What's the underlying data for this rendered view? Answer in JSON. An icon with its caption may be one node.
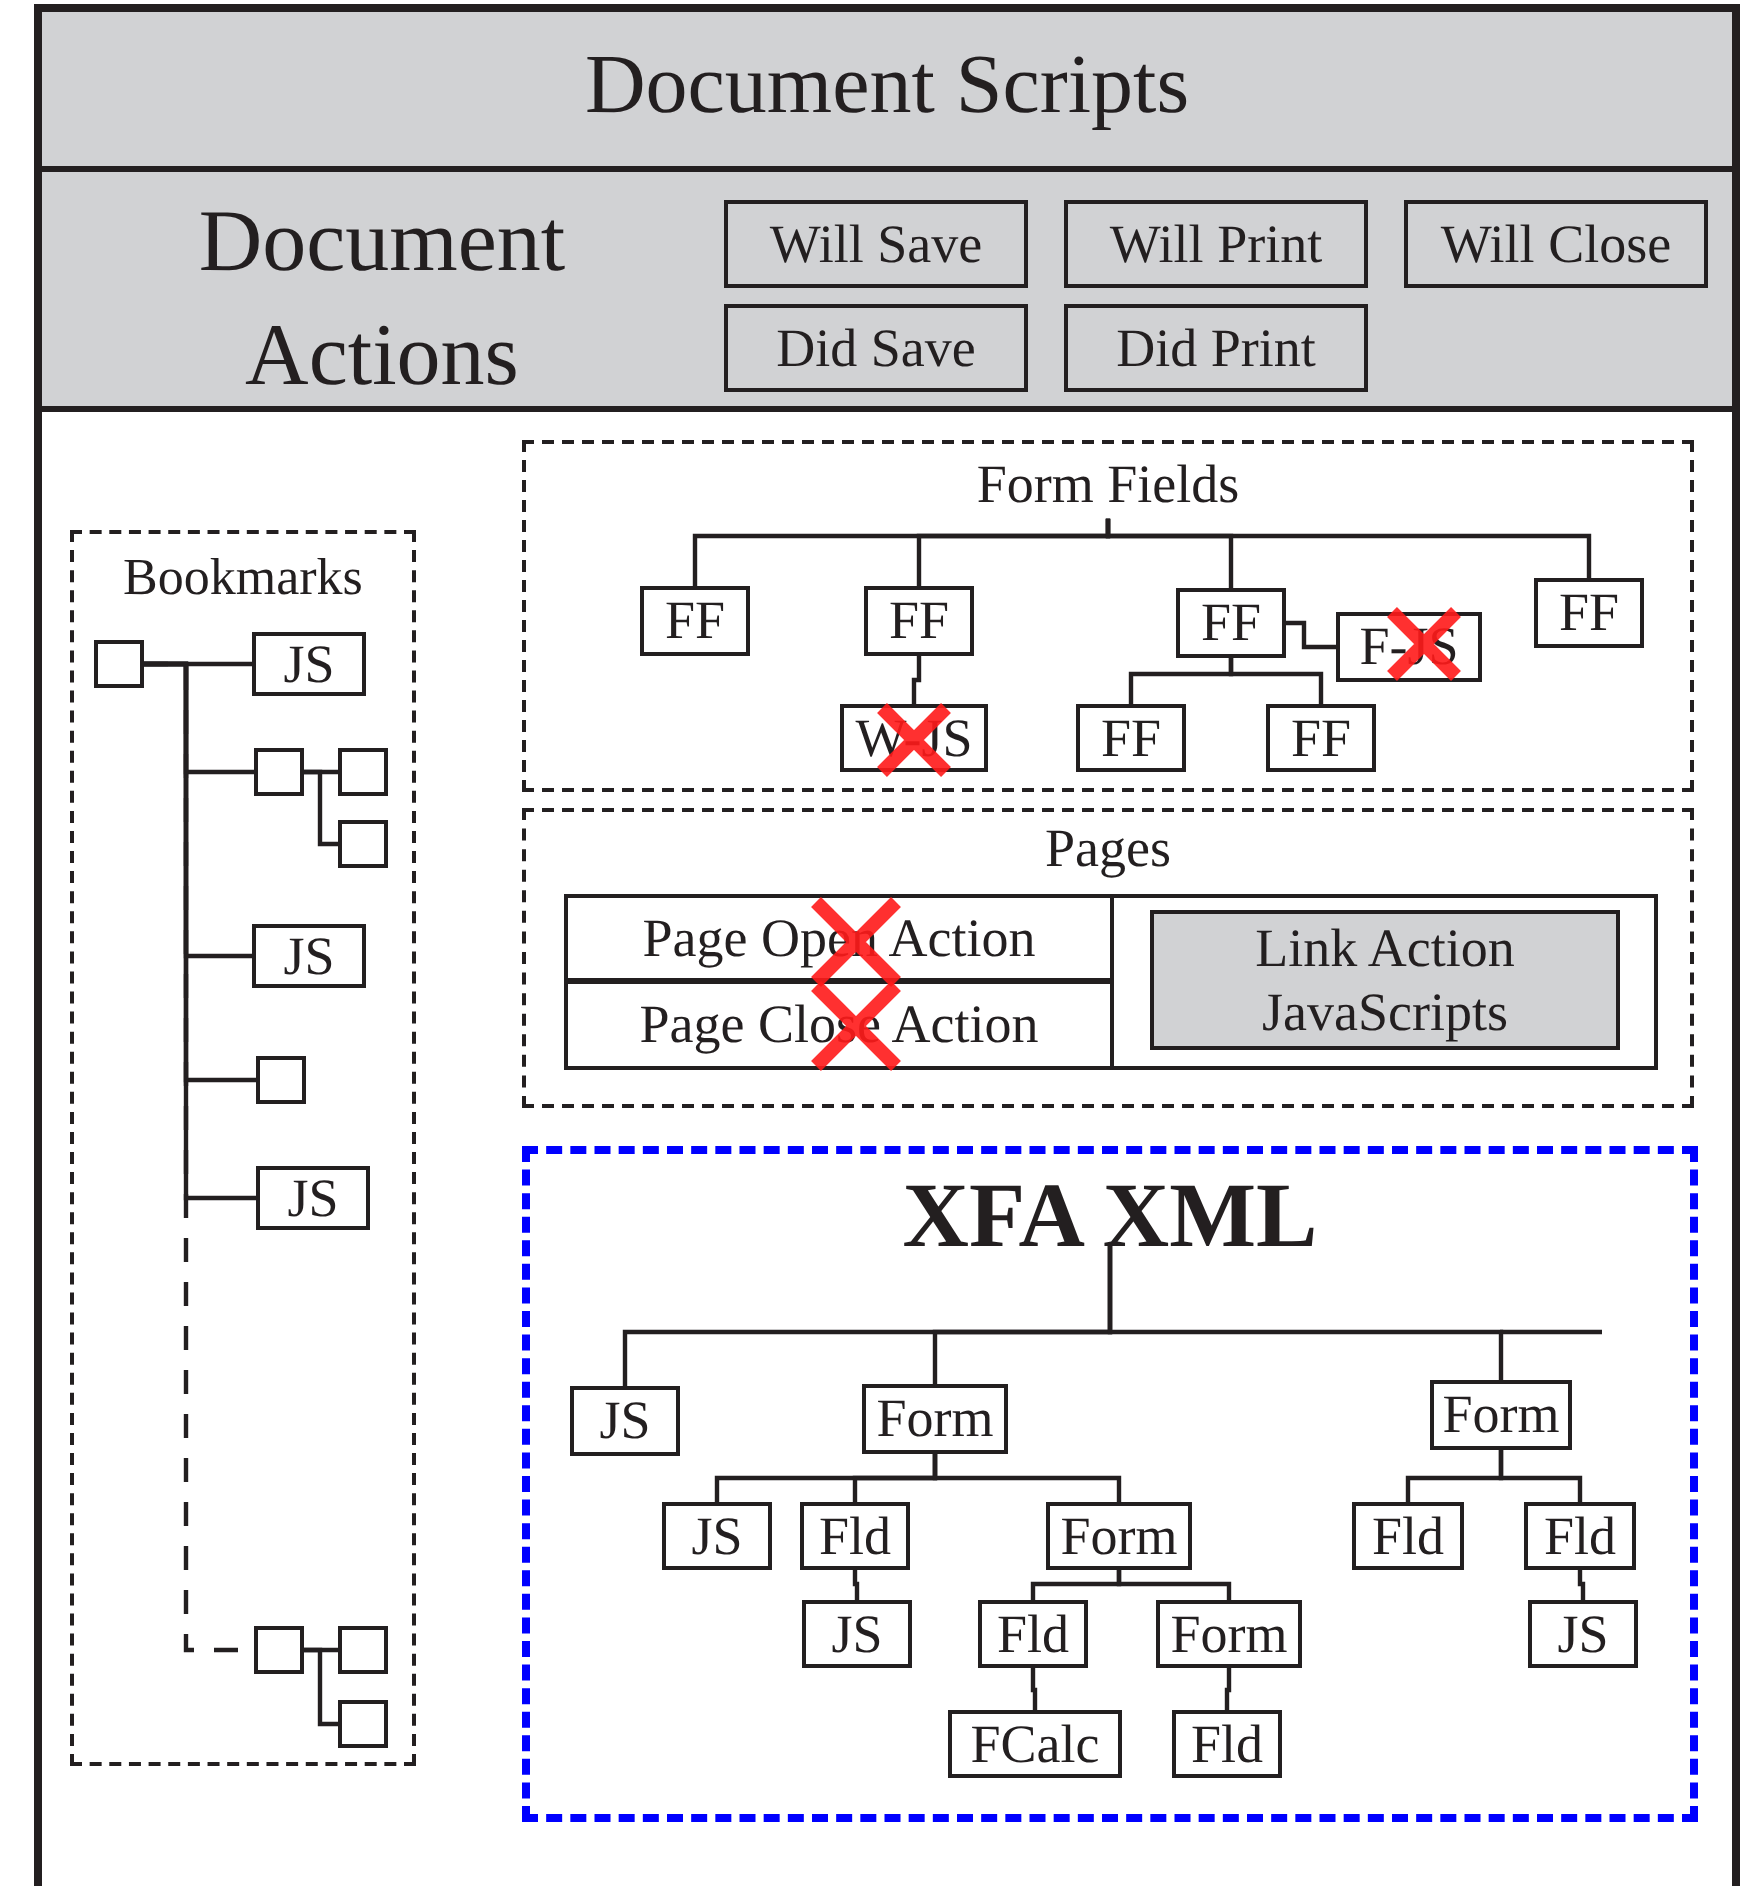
{
  "diagram": {
    "nodes": [
      {
        "text": [
          "Document Scripts"
        ]
      },
      {
        "text": [
          "Document Actions"
        ]
      },
      {
        "text": [
          "Will Save"
        ],
        "in": 1
      },
      {
        "text": [
          "Will Print"
        ],
        "in": 1
      },
      {
        "text": [
          "Will Close"
        ],
        "in": 1
      },
      {
        "text": [
          "Did Save"
        ],
        "in": 1
      },
      {
        "text": [
          "Did Print"
        ],
        "in": 1
      },
      {
        "text": [
          "Bookmarks"
        ]
      },
      {
        "text": [],
        "shape": "box",
        "in": 7
      },
      {
        "text": [
          "JS"
        ],
        "in": 7
      },
      {
        "text": [],
        "shape": "box",
        "in": 7
      },
      {
        "text": [],
        "shape": "box",
        "in": 7
      },
      {
        "text": [],
        "shape": "box",
        "in": 7
      },
      {
        "text": [
          "JS"
        ],
        "in": 7
      },
      {
        "text": [],
        "shape": "box",
        "in": 7
      },
      {
        "text": [
          "JS"
        ],
        "in": 7
      },
      {
        "text": [],
        "shape": "box",
        "in": 7
      },
      {
        "text": [],
        "shape": "box",
        "in": 7
      },
      {
        "text": [],
        "shape": "box",
        "in": 7
      },
      {
        "text": [
          "Form Fields"
        ]
      },
      {
        "text": [
          "FF"
        ],
        "in": 19
      },
      {
        "text": [
          "FF"
        ],
        "in": 19
      },
      {
        "text": [
          "FF"
        ],
        "in": 19
      },
      {
        "text": [
          "F-JS"
        ],
        "in": 19
      },
      {
        "text": [
          "FF"
        ],
        "in": 19
      },
      {
        "text": [
          "W-JS"
        ],
        "in": 19
      },
      {
        "text": [
          "FF"
        ],
        "in": 19
      },
      {
        "text": [
          "FF"
        ],
        "in": 19
      },
      {
        "text": [
          "Pages"
        ]
      },
      {
        "text": [],
        "shape": "box",
        "in": 28
      },
      {
        "text": [
          "Page Open Action"
        ],
        "in": 29
      },
      {
        "text": [
          "Page Close Action"
        ],
        "in": 29
      },
      {
        "text": [
          "Link Action JavaScripts"
        ],
        "in": 29
      },
      {
        "text": [
          "XFA XML"
        ]
      },
      {
        "text": [
          "JS"
        ],
        "in": 33
      },
      {
        "text": [
          "Form"
        ],
        "in": 33
      },
      {
        "text": [
          "Form"
        ],
        "in": 33
      },
      {
        "text": [
          "JS"
        ],
        "in": 33
      },
      {
        "text": [
          "Fld"
        ],
        "in": 33
      },
      {
        "text": [
          "Form"
        ],
        "in": 33
      },
      {
        "text": [
          "Fld"
        ],
        "in": 33
      },
      {
        "text": [
          "Fld"
        ],
        "in": 33
      },
      {
        "text": [
          "JS"
        ],
        "in": 33
      },
      {
        "text": [
          "Fld"
        ],
        "in": 33
      },
      {
        "text": [
          "Form"
        ],
        "in": 33
      },
      {
        "text": [
          "JS"
        ],
        "in": 33
      },
      {
        "text": [
          "FCalc"
        ],
        "in": 33
      },
      {
        "text": [
          "Fld"
        ],
        "in": 33
      }
    ],
    "edges": [
      {
        "from": 8,
        "to": 9,
        "arrow": "none"
      },
      {
        "from": 8,
        "to": 10,
        "arrow": "none"
      },
      {
        "from": 8,
        "to": 13,
        "arrow": "none"
      },
      {
        "from": 8,
        "to": 14,
        "arrow": "none"
      },
      {
        "from": 8,
        "to": 15,
        "arrow": "none"
      },
      {
        "from": 8,
        "to": 16,
        "arrow": "none",
        "style": "dashed"
      },
      {
        "from": 10,
        "to": 11,
        "arrow": "none"
      },
      {
        "from": 10,
        "to": 12,
        "arrow": "none"
      },
      {
        "from": 16,
        "to": 17,
        "arrow": "none"
      },
      {
        "from": 16,
        "to": 18,
        "arrow": "none"
      },
      {
        "from": 19,
        "to": 20,
        "arrow": "none"
      },
      {
        "from": 19,
        "to": 21,
        "arrow": "none"
      },
      {
        "from": 19,
        "to": 22,
        "arrow": "none"
      },
      {
        "from": 19,
        "to": 24,
        "arrow": "none"
      },
      {
        "from": 21,
        "to": 25,
        "arrow": "none"
      },
      {
        "from": 22,
        "to": 23,
        "arrow": "none"
      },
      {
        "from": 22,
        "to": 26,
        "arrow": "none"
      },
      {
        "from": 22,
        "to": 27,
        "arrow": "none"
      },
      {
        "from": 33,
        "to": 34,
        "arrow": "none"
      },
      {
        "from": 33,
        "to": 35,
        "arrow": "none"
      },
      {
        "from": 33,
        "to": 36,
        "arrow": "none"
      },
      {
        "from": 35,
        "to": 37,
        "arrow": "none"
      },
      {
        "from": 35,
        "to": 38,
        "arrow": "none"
      },
      {
        "from": 35,
        "to": 39,
        "arrow": "none"
      },
      {
        "from": 36,
        "to": 40,
        "arrow": "none"
      },
      {
        "from": 36,
        "to": 41,
        "arrow": "none"
      },
      {
        "from": 38,
        "to": 42,
        "arrow": "none"
      },
      {
        "from": 39,
        "to": 43,
        "arrow": "none"
      },
      {
        "from": 39,
        "to": 44,
        "arrow": "none"
      },
      {
        "from": 41,
        "to": 45,
        "arrow": "none"
      },
      {
        "from": 43,
        "to": 46,
        "arrow": "none"
      },
      {
        "from": 44,
        "to": 47,
        "arrow": "none"
      }
    ]
  }
}
